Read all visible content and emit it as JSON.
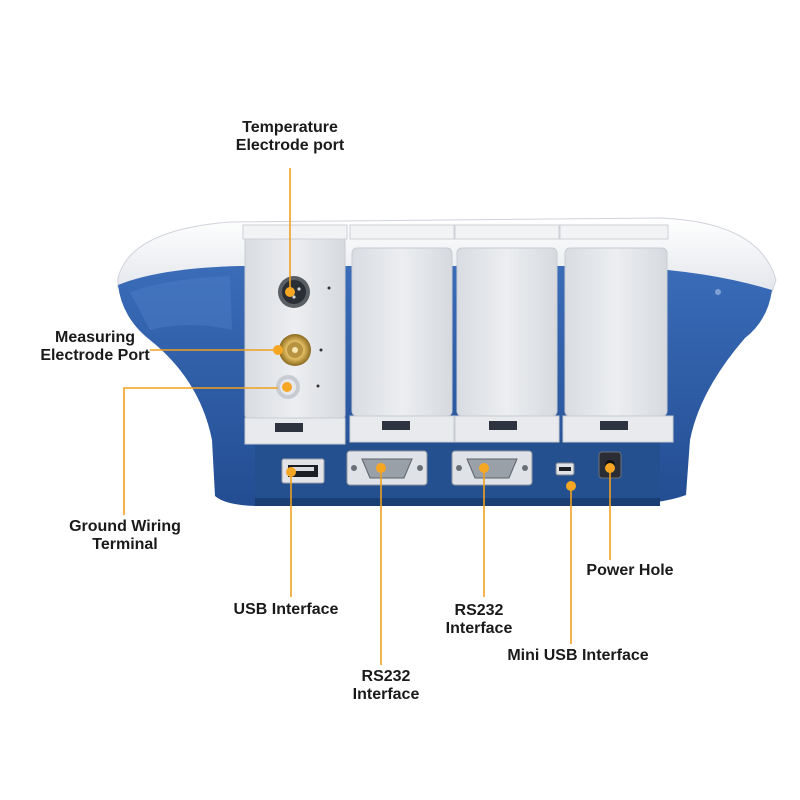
{
  "callouts": {
    "temperature_port": [
      "Temperature",
      "Electrode port"
    ],
    "measuring_port": [
      "Measuring",
      "Electrode Port"
    ],
    "ground_terminal": [
      "Ground Wiring",
      "Terminal"
    ],
    "usb_interface": [
      "USB Interface"
    ],
    "rs232_left": [
      "RS232",
      "Interface"
    ],
    "rs232_right": [
      "RS232",
      "Interface"
    ],
    "mini_usb": [
      "Mini USB Interface"
    ],
    "power_hole": [
      "Power Hole"
    ]
  },
  "colors": {
    "leader_line": "#f0a020",
    "marker_dot": "#f5a623",
    "body_blue": "#2f5ea8",
    "panel_gray": "#e4e6ea",
    "text": "#1a1a1a"
  }
}
